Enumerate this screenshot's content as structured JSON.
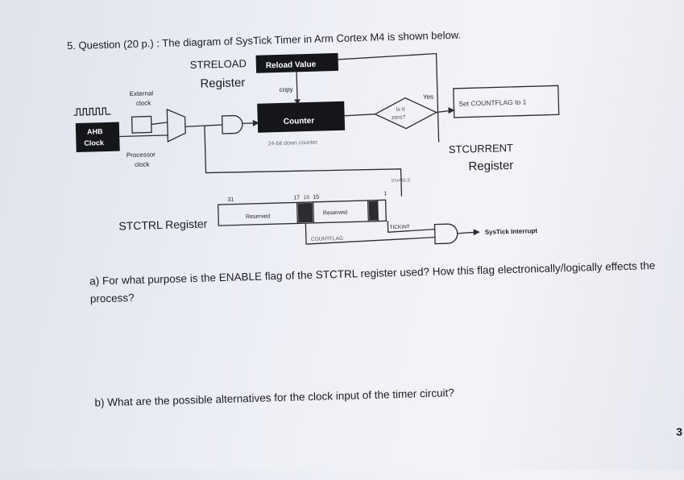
{
  "question": {
    "title": "5. Question (20 p.) : The diagram of SysTick Timer in Arm Cortex M4 is shown below."
  },
  "diagram": {
    "streload_label": "STRELOAD",
    "register_label": "Register",
    "reload_value": "Reload Value",
    "copy_label": "copy",
    "external_clock": [
      "External",
      "clock"
    ],
    "ahb_clock": [
      "AHB",
      "Clock"
    ],
    "processor_clock": [
      "Processor",
      "clock"
    ],
    "counter": "Counter",
    "counter_sub": "24-bit down counter",
    "is_zero": [
      "Is it",
      "zero?"
    ],
    "yes_label": "Yes",
    "countflag_box": "Set COUNTFLAG to 1",
    "stcurrent": "STCURRENT",
    "stcurrent_register": "Register",
    "enable_label": "ENABLE",
    "stctrl_register": "STCTRL Register",
    "bit_31": "31",
    "bit_17": "17",
    "bit_16": "16",
    "bit_15": "15",
    "bit_1": "1",
    "reserved_left": "Reserved",
    "reserved_right": "Reserved",
    "tickint": "TICKINT",
    "countflag_signal": "COUNTFLAG",
    "systick_interrupt": "SysTick Interrupt"
  },
  "questions": {
    "part_a": "a) For what purpose is the ENABLE flag of the STCTRL register used? How this flag electronically/logically effects the process?",
    "part_b": "b) What are the possible alternatives for the clock input of the timer circuit?"
  },
  "page_edge_mark": "3"
}
